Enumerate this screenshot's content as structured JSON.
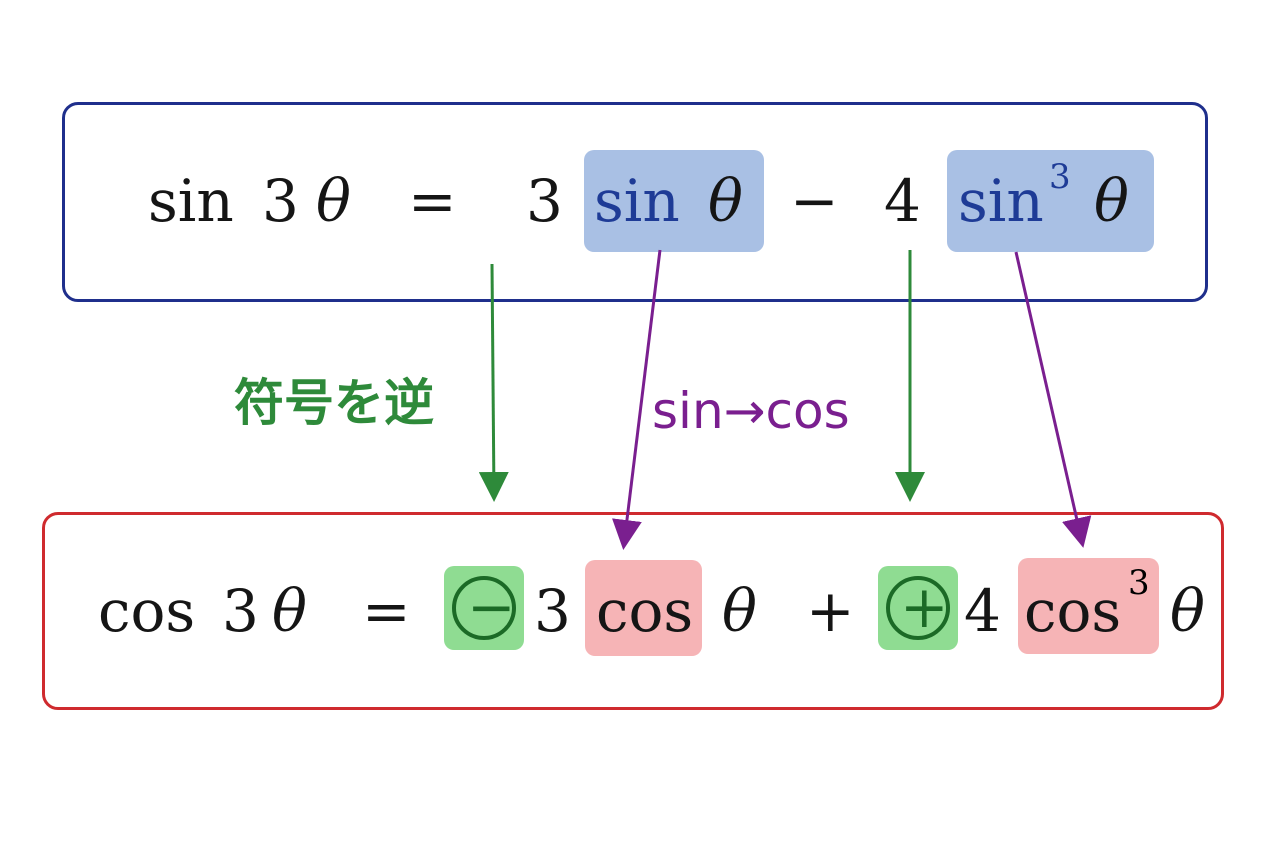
{
  "colors": {
    "sin_box_border": "#1f2f8c",
    "cos_box_border": "#cf2a2e",
    "sin_highlight": "#a9c0e4",
    "cos_highlight": "#f6b4b6",
    "sign_highlight": "#8fdc92",
    "green_arrow": "#2e8a3a",
    "purple_arrow": "#7a1f8f"
  },
  "sin_formula": {
    "lhs_fn": "sin",
    "lhs_coef": "3",
    "theta": "θ",
    "equals": "=",
    "coef1": "3",
    "term1_fn": "sin",
    "minus": "−",
    "coef2": "4",
    "term2_fn": "sin",
    "term2_exp": "3"
  },
  "cos_formula": {
    "lhs_fn": "cos",
    "lhs_coef": "3",
    "theta": "θ",
    "equals": "=",
    "sign1": "−",
    "coef1": "3",
    "term1_fn": "cos",
    "plus": "+",
    "sign2": "+",
    "coef2": "4",
    "term2_fn": "cos",
    "term2_exp": "3"
  },
  "annotations": {
    "sign_label": "符号を逆",
    "func_label": "sin→cos"
  }
}
